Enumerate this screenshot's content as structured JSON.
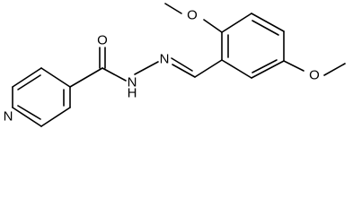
{
  "diagram": {
    "type": "chemical-structure",
    "bond_color": "#000000",
    "background": "#ffffff",
    "atoms": {
      "pyridine_n": "N",
      "carbonyl_o": "O",
      "amide_nh": "N",
      "amide_h": "H",
      "imine_n": "N",
      "methoxy_o_top": "O",
      "methoxy_o_right": "O"
    }
  }
}
